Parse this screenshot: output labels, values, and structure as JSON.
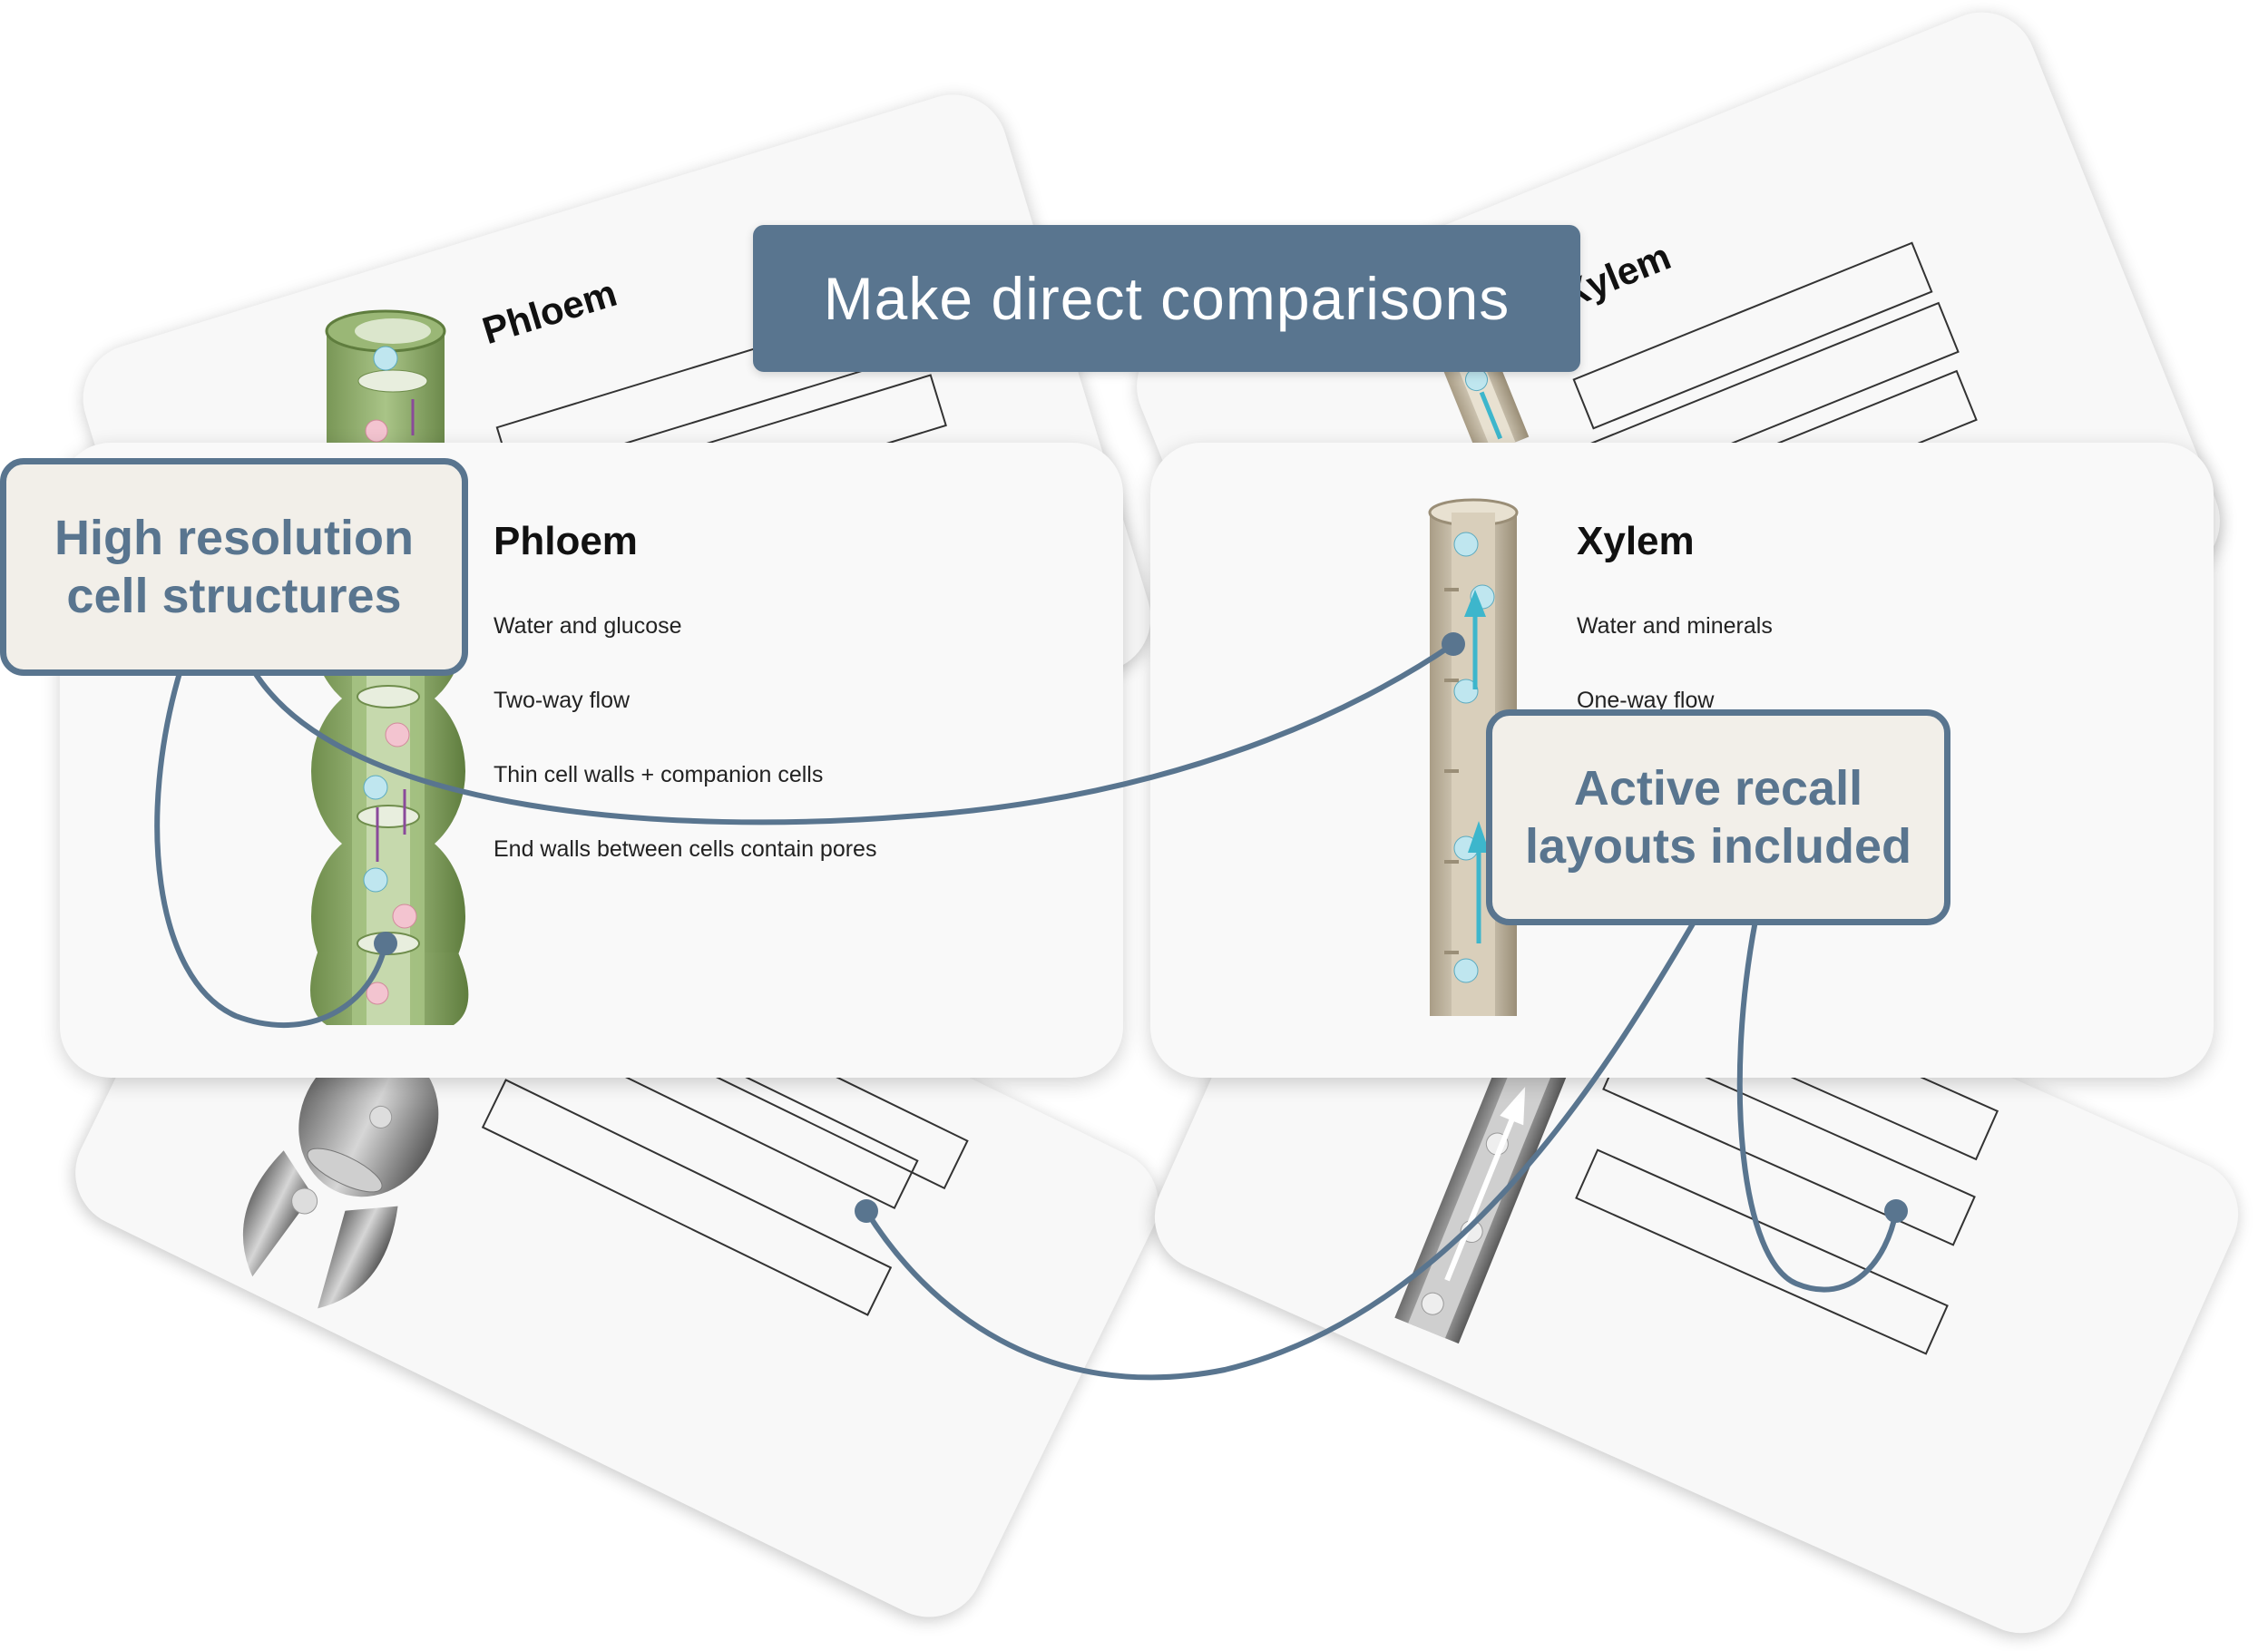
{
  "banner": {
    "text": "Make direct comparisons"
  },
  "callouts": {
    "left": {
      "line1": "High resolution",
      "line2": "cell structures"
    },
    "right": {
      "line1": "Active recall",
      "line2": "layouts included"
    }
  },
  "back_cards": {
    "top_left_title": "Phloem",
    "top_right_title": "Xylem"
  },
  "phloem": {
    "title": "Phloem",
    "facts": [
      "Water and glucose",
      "Two-way flow",
      "Thin cell walls + companion cells",
      "End walls between cells contain pores"
    ]
  },
  "xylem": {
    "title": "Xylem",
    "facts": [
      "Water and minerals",
      "One-way flow"
    ]
  },
  "colors": {
    "accent": "#59758f",
    "callout_bg": "#f2efe9",
    "phloem_green": "#8fad6a",
    "xylem_tan": "#cfc3ab",
    "arrow_cyan": "#3db6cc"
  }
}
